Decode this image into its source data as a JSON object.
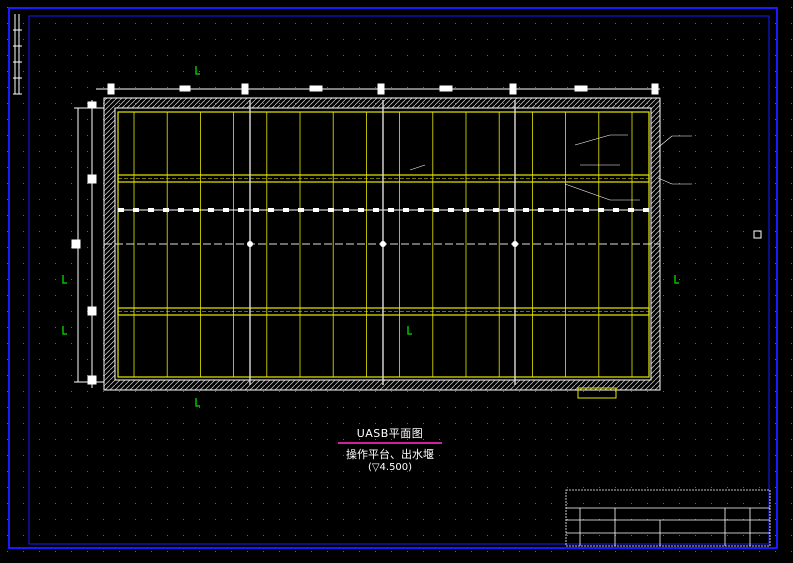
{
  "drawing": {
    "title": "UASB平面图",
    "subtitle": "操作平台、出水堰",
    "level": "(▽4.500)"
  },
  "colors": {
    "background": "#000000",
    "frame": "#1a1aff",
    "wall": "#ffffff",
    "yellow": "#e8e800",
    "magenta": "#d0209a",
    "green": "#00c000",
    "cyan": "#00c8ff"
  }
}
